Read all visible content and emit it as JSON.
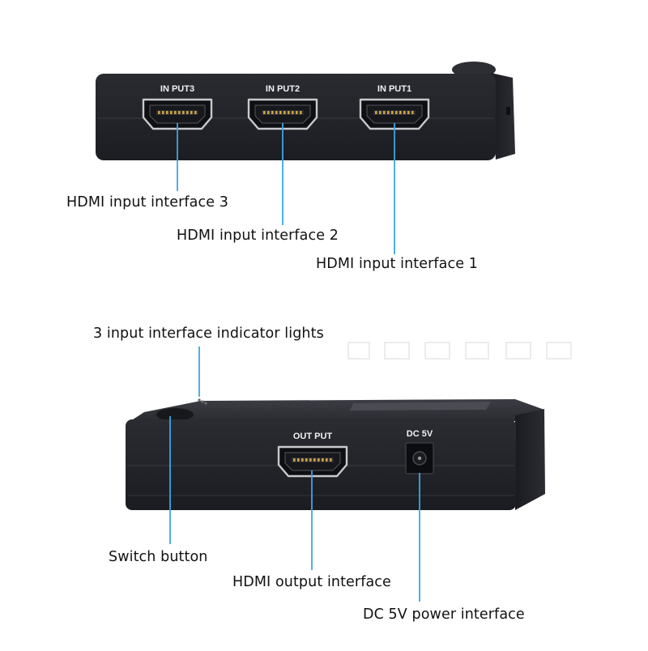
{
  "top_device": {
    "port_labels": [
      "IN PUT3",
      "IN PUT2",
      "IN PUT1"
    ]
  },
  "bottom_device": {
    "output_label": "OUT PUT",
    "power_label": "DC 5V"
  },
  "callouts": {
    "input3": "HDMI input interface 3",
    "input2": "HDMI input interface 2",
    "input1": "HDMI input interface 1",
    "indicator_lights": "3 input interface indicator lights",
    "switch_button": "Switch button",
    "output": "HDMI output interface",
    "power": "DC 5V power interface"
  },
  "colors": {
    "device_body": "#222328",
    "leader_line": "#3aa6e8",
    "label_text": "#111111"
  }
}
